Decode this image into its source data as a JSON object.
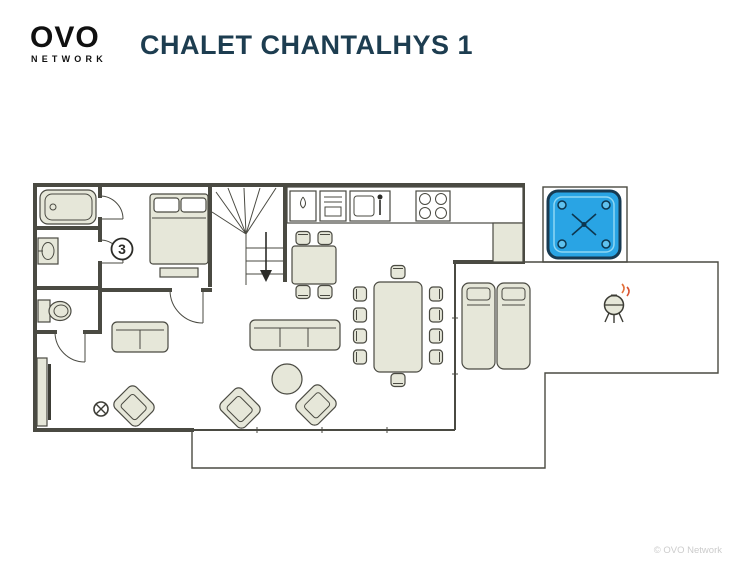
{
  "header": {
    "logo": {
      "text": "OVO",
      "subtext": "NETWORK"
    },
    "title": "CHALET CHANTALHYS 1"
  },
  "floorplan": {
    "bedroom_badge": "3",
    "icons": [
      "bathtub-icon",
      "washbasin-icon",
      "toilet-icon",
      "stairs-icon",
      "kitchen-sink-icon",
      "dishwasher-icon",
      "oven-icon",
      "hob-icon",
      "dining-table-icon",
      "chair-icon",
      "sofa-icon",
      "pouf-icon",
      "armchair-icon",
      "tv-unit-icon",
      "stool-icon",
      "lounger-icon",
      "hot-tub-icon",
      "bbq-icon",
      "door-swing-icon",
      "down-arrow-icon"
    ]
  },
  "footer": {
    "copyright": "© OVO Network"
  },
  "colors": {
    "title": "#1d3d50",
    "wall": "#4a4a42",
    "furniture_fill": "#e6e7d9",
    "hot_tub_fill": "#29a4e4",
    "hot_tub_border": "#173a52",
    "flame_orange": "#e2703a"
  }
}
